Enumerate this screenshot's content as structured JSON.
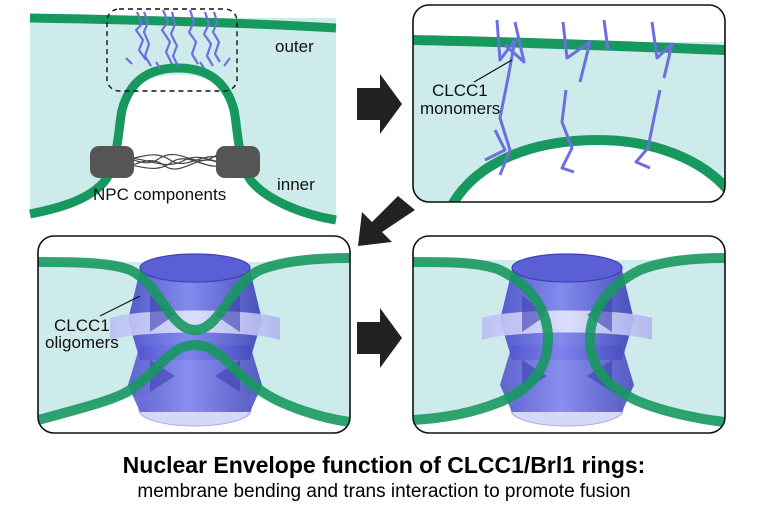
{
  "panel1": {
    "label_outer": "outer",
    "label_inner": "inner",
    "label_npc": "NPC components"
  },
  "panel2": {
    "label_line1": "CLCC1",
    "label_line2": "monomers"
  },
  "panel3": {
    "label_line1": "CLCC1",
    "label_line2": "oligomers"
  },
  "caption": {
    "title": "Nuclear Envelope function of CLCC1/Brl1 rings:",
    "subtitle": "membrane bending and trans interaction to promote fusion"
  },
  "colors": {
    "membrane": "#17985f",
    "membrane_dark": "#0f7a4a",
    "lumen": "#cdebea",
    "protein": "#6d6fe0",
    "protein_light": "#aab0f2",
    "arrow": "#222222",
    "npc": "#555555"
  }
}
